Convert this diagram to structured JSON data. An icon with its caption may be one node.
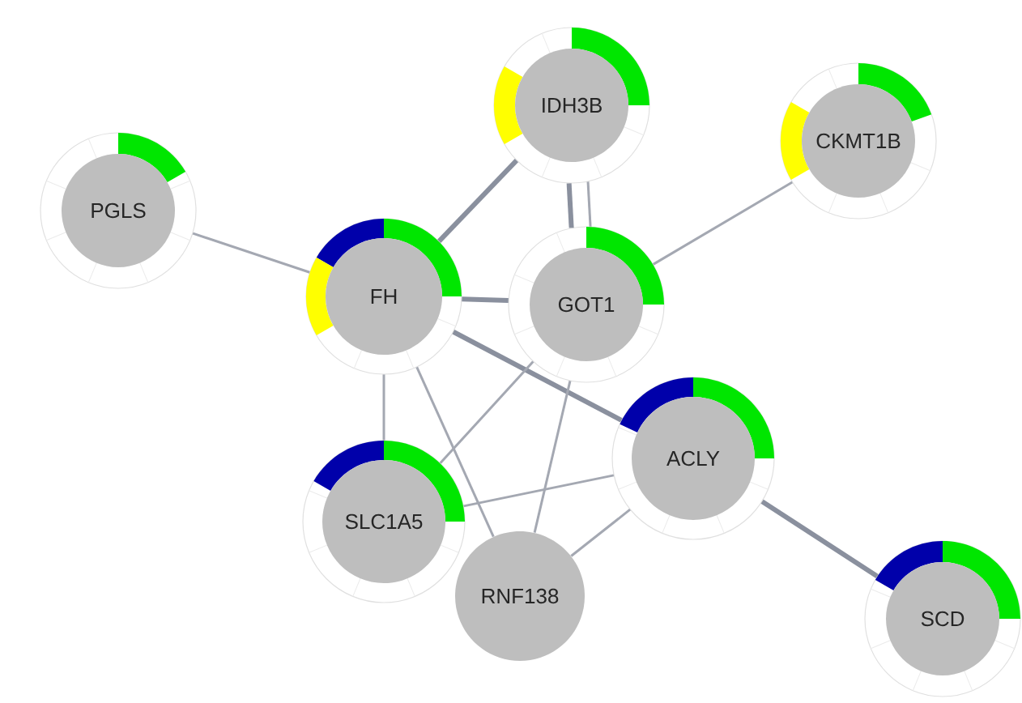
{
  "diagram": {
    "nodes": [
      {
        "text": [
          "PGLS"
        ]
      },
      {
        "text": [
          "FH"
        ]
      },
      {
        "text": [
          "IDH3B"
        ]
      },
      {
        "text": [
          "CKMT1B"
        ]
      },
      {
        "text": [
          "GOT1"
        ]
      },
      {
        "text": [
          "ACLY"
        ]
      },
      {
        "text": [
          "SLC1A5"
        ]
      },
      {
        "text": [
          "RNF138"
        ]
      },
      {
        "text": [
          "SCD"
        ]
      }
    ],
    "edges": [
      {
        "from": 0,
        "to": 1,
        "arrow": "none"
      },
      {
        "from": 1,
        "to": 2,
        "arrow": "none",
        "style": "thick"
      },
      {
        "from": 2,
        "to": 4,
        "arrow": "none",
        "style": "thick"
      },
      {
        "from": 2,
        "to": 4,
        "arrow": "none"
      },
      {
        "from": 3,
        "to": 4,
        "arrow": "none"
      },
      {
        "from": 1,
        "to": 4,
        "arrow": "none",
        "style": "thick"
      },
      {
        "from": 1,
        "to": 5,
        "arrow": "none",
        "style": "thick"
      },
      {
        "from": 1,
        "to": 6,
        "arrow": "none"
      },
      {
        "from": 1,
        "to": 7,
        "arrow": "none"
      },
      {
        "from": 4,
        "to": 6,
        "arrow": "none"
      },
      {
        "from": 4,
        "to": 7,
        "arrow": "none"
      },
      {
        "from": 5,
        "to": 6,
        "arrow": "none"
      },
      {
        "from": 5,
        "to": 7,
        "arrow": "none"
      },
      {
        "from": 5,
        "to": 8,
        "arrow": "none",
        "style": "thick"
      }
    ]
  }
}
